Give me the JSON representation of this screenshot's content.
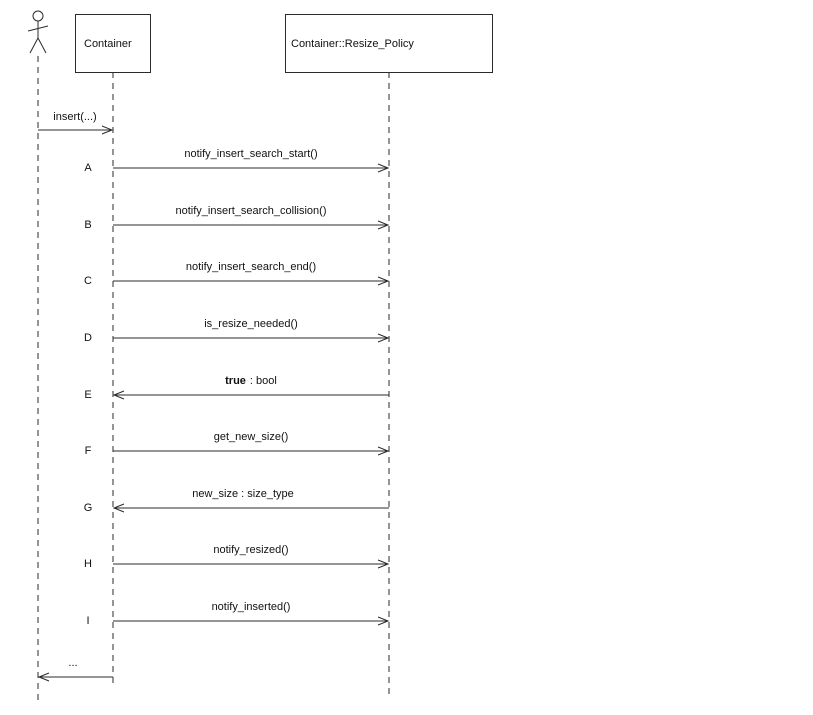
{
  "diagram": {
    "kind": "uml-sequence",
    "background_color": "#ffffff",
    "line_color": "#2b2b2b"
  },
  "actor": {
    "name": "actor"
  },
  "lifelines": [
    {
      "label": "Container"
    },
    {
      "label": "Container::Resize_Policy"
    }
  ],
  "messages": [
    {
      "letter": "",
      "label": "insert(...)",
      "direction": "right",
      "from": "actor",
      "to": "Container"
    },
    {
      "letter": "A",
      "label": "notify_insert_search_start()",
      "direction": "right",
      "from": "Container",
      "to": "Container::Resize_Policy"
    },
    {
      "letter": "B",
      "label": "notify_insert_search_collision()",
      "direction": "right",
      "from": "Container",
      "to": "Container::Resize_Policy"
    },
    {
      "letter": "C",
      "label": "notify_insert_search_end()",
      "direction": "right",
      "from": "Container",
      "to": "Container::Resize_Policy"
    },
    {
      "letter": "D",
      "label": "is_resize_needed()",
      "direction": "right",
      "from": "Container",
      "to": "Container::Resize_Policy"
    },
    {
      "letter": "E",
      "label_bold": "true",
      "label_rest": ": bool",
      "direction": "left",
      "from": "Container::Resize_Policy",
      "to": "Container"
    },
    {
      "letter": "F",
      "label": "get_new_size()",
      "direction": "right",
      "from": "Container",
      "to": "Container::Resize_Policy"
    },
    {
      "letter": "G",
      "label": "new_size : size_type",
      "direction": "left",
      "from": "Container::Resize_Policy",
      "to": "Container"
    },
    {
      "letter": "H",
      "label": "notify_resized()",
      "direction": "right",
      "from": "Container",
      "to": "Container::Resize_Policy"
    },
    {
      "letter": "I",
      "label": "notify_inserted()",
      "direction": "right",
      "from": "Container",
      "to": "Container::Resize_Policy"
    },
    {
      "letter": "",
      "label": "...",
      "direction": "left",
      "from": "Container",
      "to": "actor"
    }
  ]
}
